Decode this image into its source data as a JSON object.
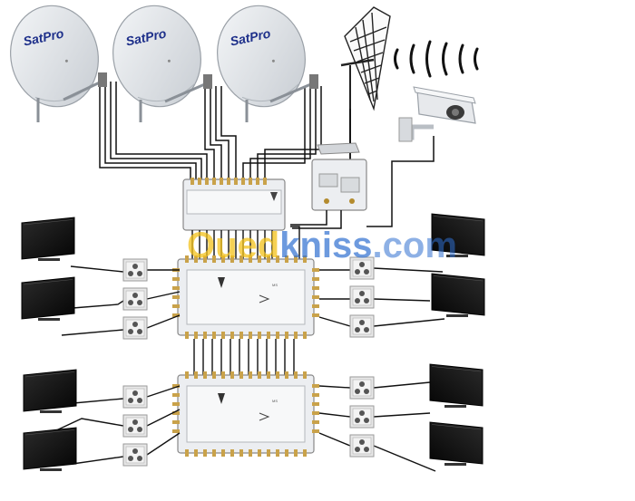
{
  "dishes": [
    {
      "brand": "SatPro"
    },
    {
      "brand": "SatPro"
    },
    {
      "brand": "SatPro"
    }
  ],
  "watermark": {
    "part1": "Oued",
    "part2": "kniss",
    "part3": ".com"
  },
  "colors": {
    "dish": "#e3e6ea",
    "cable": "#111111",
    "device": "#eceef1",
    "connector": "#c9a24a",
    "tv": "#151515",
    "wall_plate": "#e6e6e6"
  },
  "devices": [
    "amplifier",
    "antenna-combiner",
    "multiswitch-1",
    "multiswitch-2",
    "terrestrial-antenna",
    "camera"
  ],
  "outlets_per_side": 3
}
